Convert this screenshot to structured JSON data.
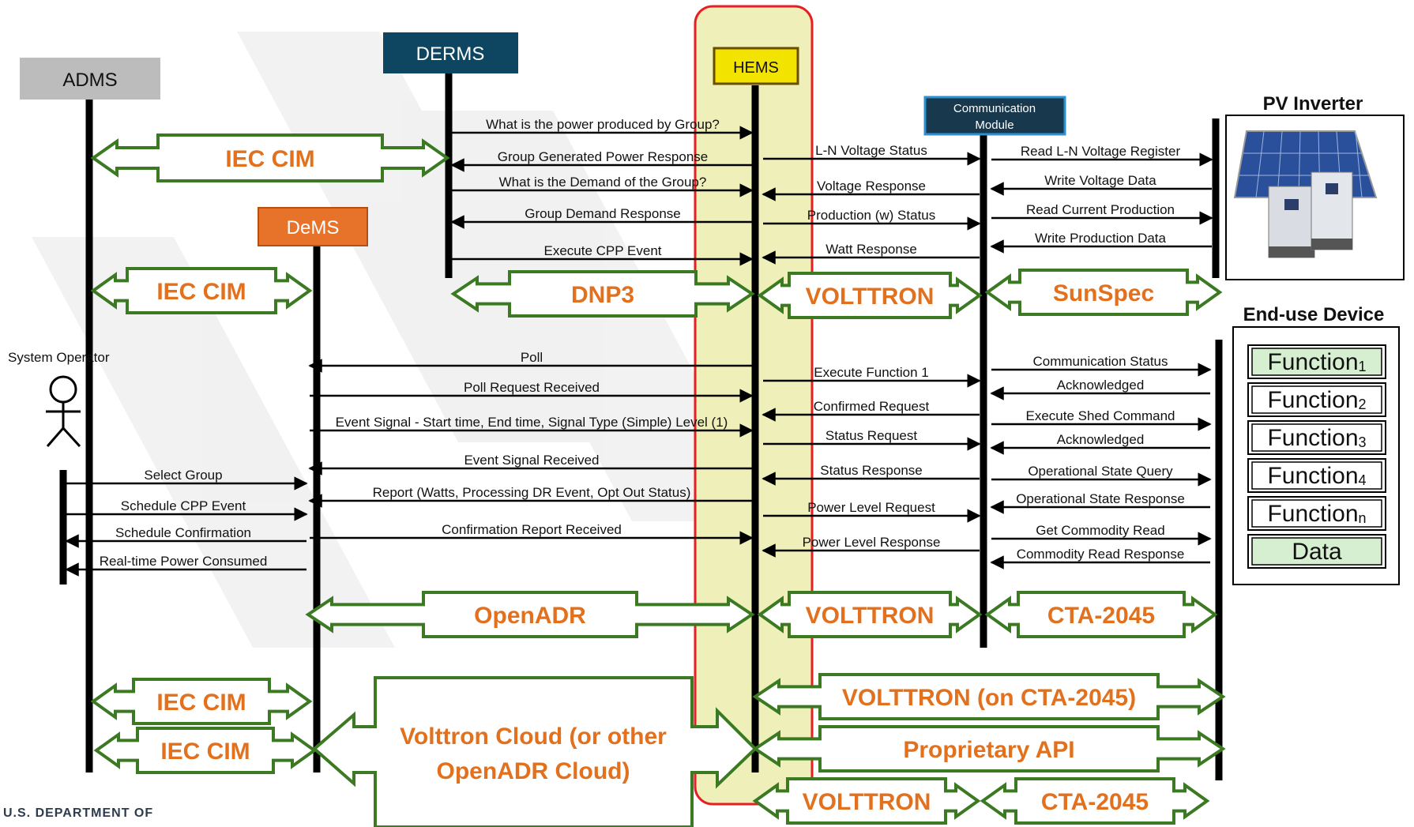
{
  "colors": {
    "arrow_fill": "#ffffff",
    "arrow_stroke": "#3b7a22",
    "protocol_text": "#e2701c",
    "admS_box": "#bcbcbc",
    "derms_box": "#0e4561",
    "dems_box": "#e7722a",
    "hems_box": "#f2e400",
    "hems_highlight": "#efefba",
    "hems_frame": "#e81e22",
    "comm_box": "#17384d",
    "comm_border": "#2f8fd0",
    "func_fill": "#d7efd1"
  },
  "actors": {
    "adms": "ADMS",
    "derms": "DERMS",
    "dems": "DeMS",
    "hems": "HEMS",
    "comm": "Communication Module",
    "pv_title": "PV Inverter",
    "enduse_title": "End-use Device",
    "operator": "System Operator"
  },
  "protocols": {
    "iec_cim": "IEC CIM",
    "dnp3": "DNP3",
    "volttron": "VOLTTRON",
    "sunspec": "SunSpec",
    "openadr": "OpenADR",
    "cta2045": "CTA-2045",
    "volttron_on_cta": "VOLTTRON (on CTA-2045)",
    "proprietary": "Proprietary API",
    "cloud_line1": "Volttron Cloud (or other",
    "cloud_line2": "OpenADR Cloud)"
  },
  "messages": {
    "derms_hems": [
      "What is the power produced by Group?",
      "Group Generated Power Response",
      "What is the Demand of the Group?",
      "Group Demand Response",
      "Execute CPP Event"
    ],
    "hems_comm_pv": [
      "L-N Voltage Status",
      "Voltage Response",
      "Production (w) Status",
      "Watt Response"
    ],
    "comm_pv": [
      "Read L-N Voltage Register",
      "Write Voltage Data",
      "Read Current Production",
      "Write Production Data"
    ],
    "dems_hems": [
      "Poll",
      "Poll Request Received",
      "Event Signal - Start time, End time, Signal Type (Simple) Level (1)",
      "Event Signal Received",
      "Report (Watts, Processing DR Event, Opt Out Status)",
      "Confirmation Report Received"
    ],
    "operator_dems": [
      "Select Group",
      "Schedule CPP Event",
      "Schedule Confirmation",
      "Real-time Power Consumed"
    ],
    "hems_comm_dev": [
      "Execute Function 1",
      "Confirmed Request",
      "Status Request",
      "Status Response",
      "Power Level Request",
      "Power Level Response"
    ],
    "comm_dev": [
      "Communication Status",
      "Acknowledged",
      "Execute Shed Command",
      "Acknowledged",
      "Operational State Query",
      "Operational State Response",
      "Get Commodity Read",
      "Commodity Read Response"
    ]
  },
  "functions": [
    {
      "label": "Function",
      "sub": "1"
    },
    {
      "label": "Function",
      "sub": "2"
    },
    {
      "label": "Function",
      "sub": "3"
    },
    {
      "label": "Function",
      "sub": "4"
    },
    {
      "label": "Function",
      "sub": "n"
    },
    {
      "label": "Data",
      "sub": ""
    }
  ],
  "footer": "U.S. DEPARTMENT OF"
}
